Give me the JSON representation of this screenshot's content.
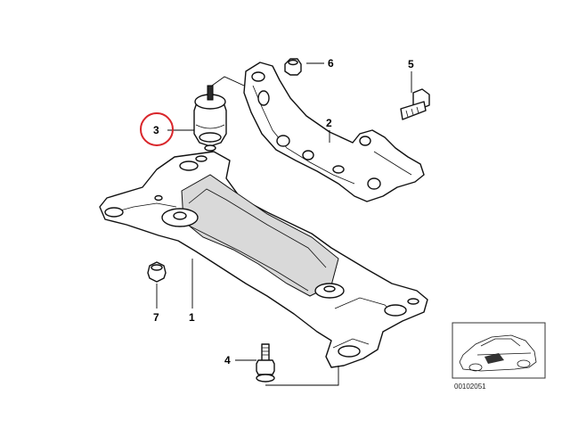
{
  "callouts": [
    {
      "id": "1",
      "label": "1"
    },
    {
      "id": "2",
      "label": "2"
    },
    {
      "id": "3",
      "label": "3"
    },
    {
      "id": "4",
      "label": "4"
    },
    {
      "id": "5",
      "label": "5"
    },
    {
      "id": "6",
      "label": "6"
    },
    {
      "id": "7",
      "label": "7"
    }
  ],
  "highlighted_callout": "3",
  "highlight_color": "#d9262b",
  "reference_number": "00102051",
  "thumbnail_icon": "car-outline-icon"
}
